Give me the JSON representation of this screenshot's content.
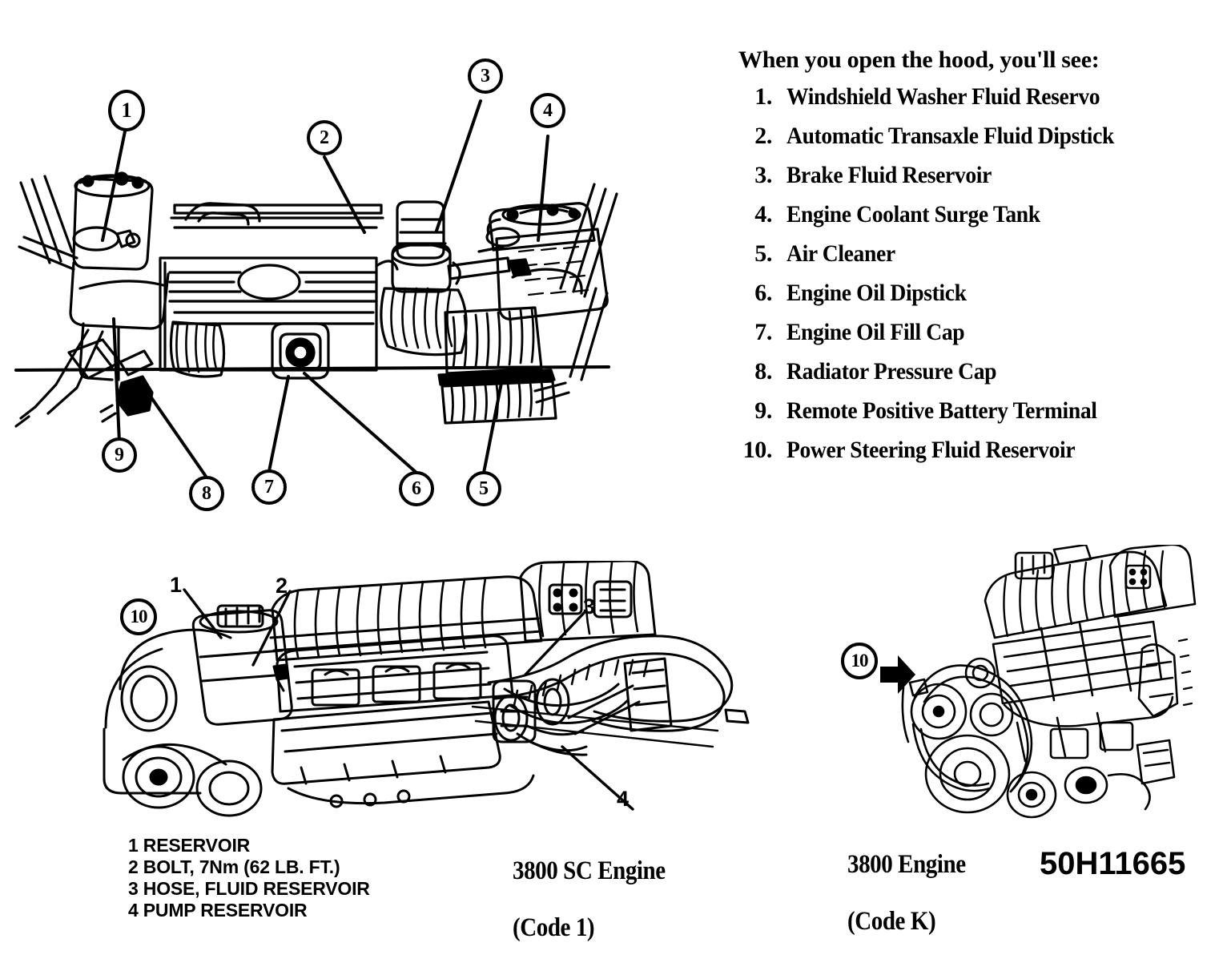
{
  "legend": {
    "heading": "When you open the hood, you'll see:",
    "items": [
      {
        "num": "1.",
        "label": "Windshield Washer Fluid Reservo"
      },
      {
        "num": "2.",
        "label": "Automatic Transaxle Fluid Dipstick"
      },
      {
        "num": "3.",
        "label": "Brake Fluid Reservoir"
      },
      {
        "num": "4.",
        "label": "Engine Coolant Surge Tank"
      },
      {
        "num": "5.",
        "label": "Air Cleaner"
      },
      {
        "num": "6.",
        "label": "Engine Oil Dipstick"
      },
      {
        "num": "7.",
        "label": "Engine Oil Fill Cap"
      },
      {
        "num": "8.",
        "label": "Radiator Pressure Cap"
      },
      {
        "num": "9.",
        "label": "Remote Positive Battery Terminal"
      },
      {
        "num": "10.",
        "label": "Power Steering Fluid Reservoir"
      }
    ]
  },
  "top_diagram": {
    "callouts": [
      {
        "id": "1",
        "text": "1"
      },
      {
        "id": "2",
        "text": "2"
      },
      {
        "id": "3",
        "text": "3"
      },
      {
        "id": "4",
        "text": "4"
      },
      {
        "id": "5",
        "text": "5"
      },
      {
        "id": "6",
        "text": "6"
      },
      {
        "id": "7",
        "text": "7"
      },
      {
        "id": "8",
        "text": "8"
      },
      {
        "id": "9",
        "text": "9"
      }
    ]
  },
  "sc_diagram": {
    "badge": "10",
    "labels": [
      {
        "id": "1",
        "text": "1"
      },
      {
        "id": "2",
        "text": "2"
      },
      {
        "id": "3",
        "text": "3"
      },
      {
        "id": "4",
        "text": "4"
      }
    ],
    "caption_line1": "3800 SC Engine",
    "caption_line2": "(Code 1)",
    "key": [
      "1 RESERVOIR",
      "2 BOLT, 7Nm (62 LB. FT.)",
      "3 HOSE, FLUID RESERVOIR",
      "4 PUMP RESERVOIR"
    ]
  },
  "k_diagram": {
    "badge": "10",
    "caption_line1": "3800 Engine",
    "caption_line2": "(Code K)"
  },
  "part_number": "50H11665",
  "colors": {
    "ink": "#000000",
    "paper": "#ffffff"
  }
}
